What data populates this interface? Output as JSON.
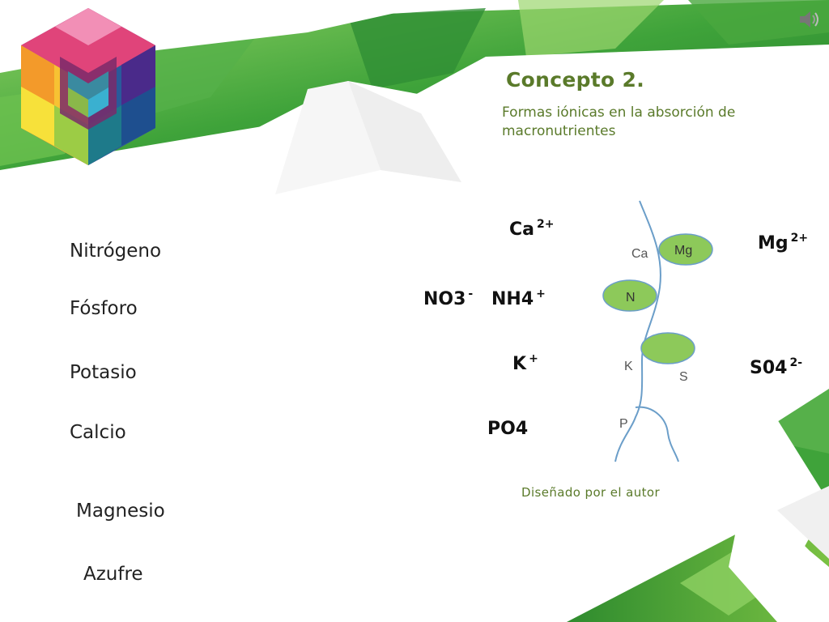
{
  "slide": {
    "title": "Concepto 2.",
    "subtitle": "Formas iónicas en la absorción de macronutrientes",
    "credit": "Diseñado por el autor"
  },
  "nutrients": [
    "Nitrógeno",
    "Fósforo",
    "Potasio",
    "Calcio",
    "Magnesio",
    "Azufre"
  ],
  "ions": {
    "calcium": {
      "base": "Ca",
      "charge": "2+"
    },
    "magnesium": {
      "base": "Mg",
      "charge": "2+"
    },
    "nitrate": {
      "base": "NO3",
      "charge": "-"
    },
    "ammonium": {
      "base": "NH4",
      "charge": "+"
    },
    "potassium": {
      "base": "K",
      "charge": "+"
    },
    "sulfate": {
      "base": "S04",
      "charge": "2-"
    },
    "phosphate": {
      "base": "PO4"
    }
  },
  "diagram": {
    "labels": {
      "ca": "Ca",
      "mg": "Mg",
      "n": "N",
      "k": "K",
      "s": "S",
      "p": "P"
    }
  },
  "colors": {
    "green_dark": "#2e8b2e",
    "green_light": "#7ac143",
    "root_line": "#6b9ec9",
    "ellipse_fill": "#8dc95a",
    "title_text": "#5a7a2a"
  },
  "icons": {
    "logo": "cube-logo-icon",
    "audio": "speaker-icon"
  }
}
